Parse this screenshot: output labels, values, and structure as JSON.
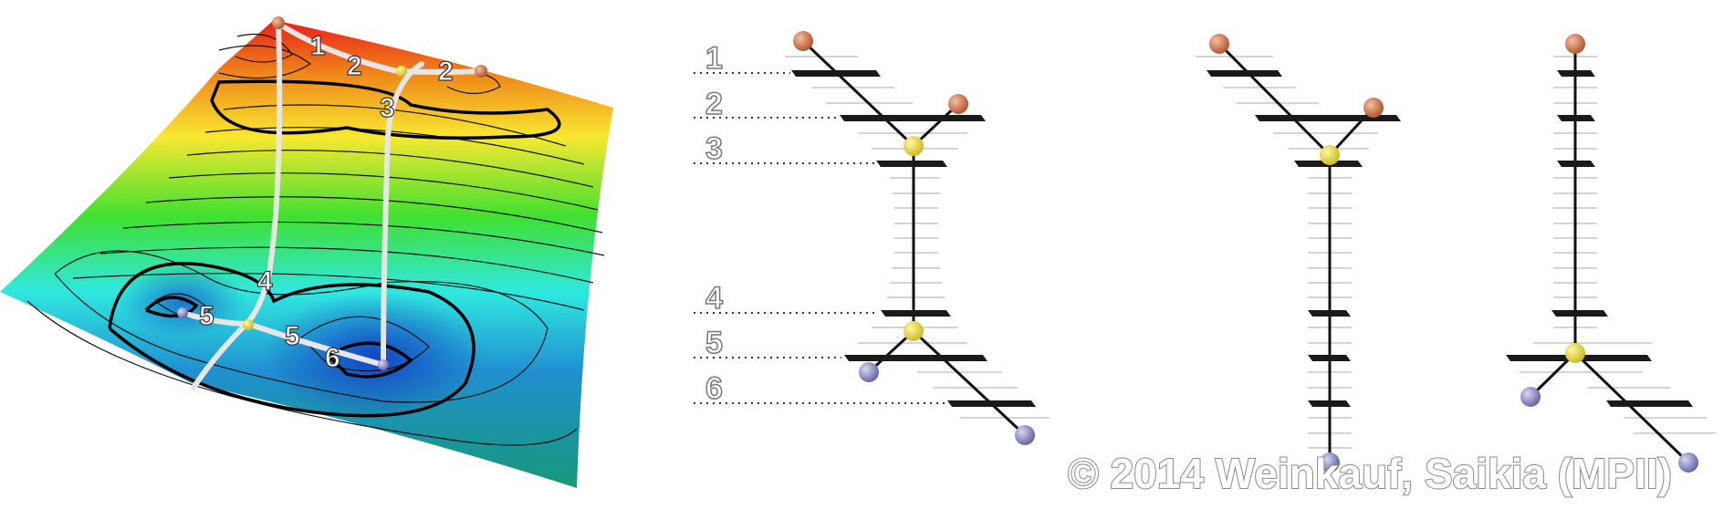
{
  "surface": {
    "labels": [
      "1",
      "2",
      "2",
      "3",
      "4",
      "5",
      "5",
      "6"
    ]
  },
  "levels": [
    "1",
    "2",
    "3",
    "4",
    "5",
    "6"
  ],
  "trees": [
    "merge-tree-full",
    "join-tree",
    "split-tree"
  ],
  "colors": {
    "maximum": "#c8643a",
    "saddle": "#e8d838",
    "minimum": "#8a88c0",
    "bar": "#1a1a1a"
  },
  "copyright": "© 2014 Weinkauf, Saikia (MPII)"
}
